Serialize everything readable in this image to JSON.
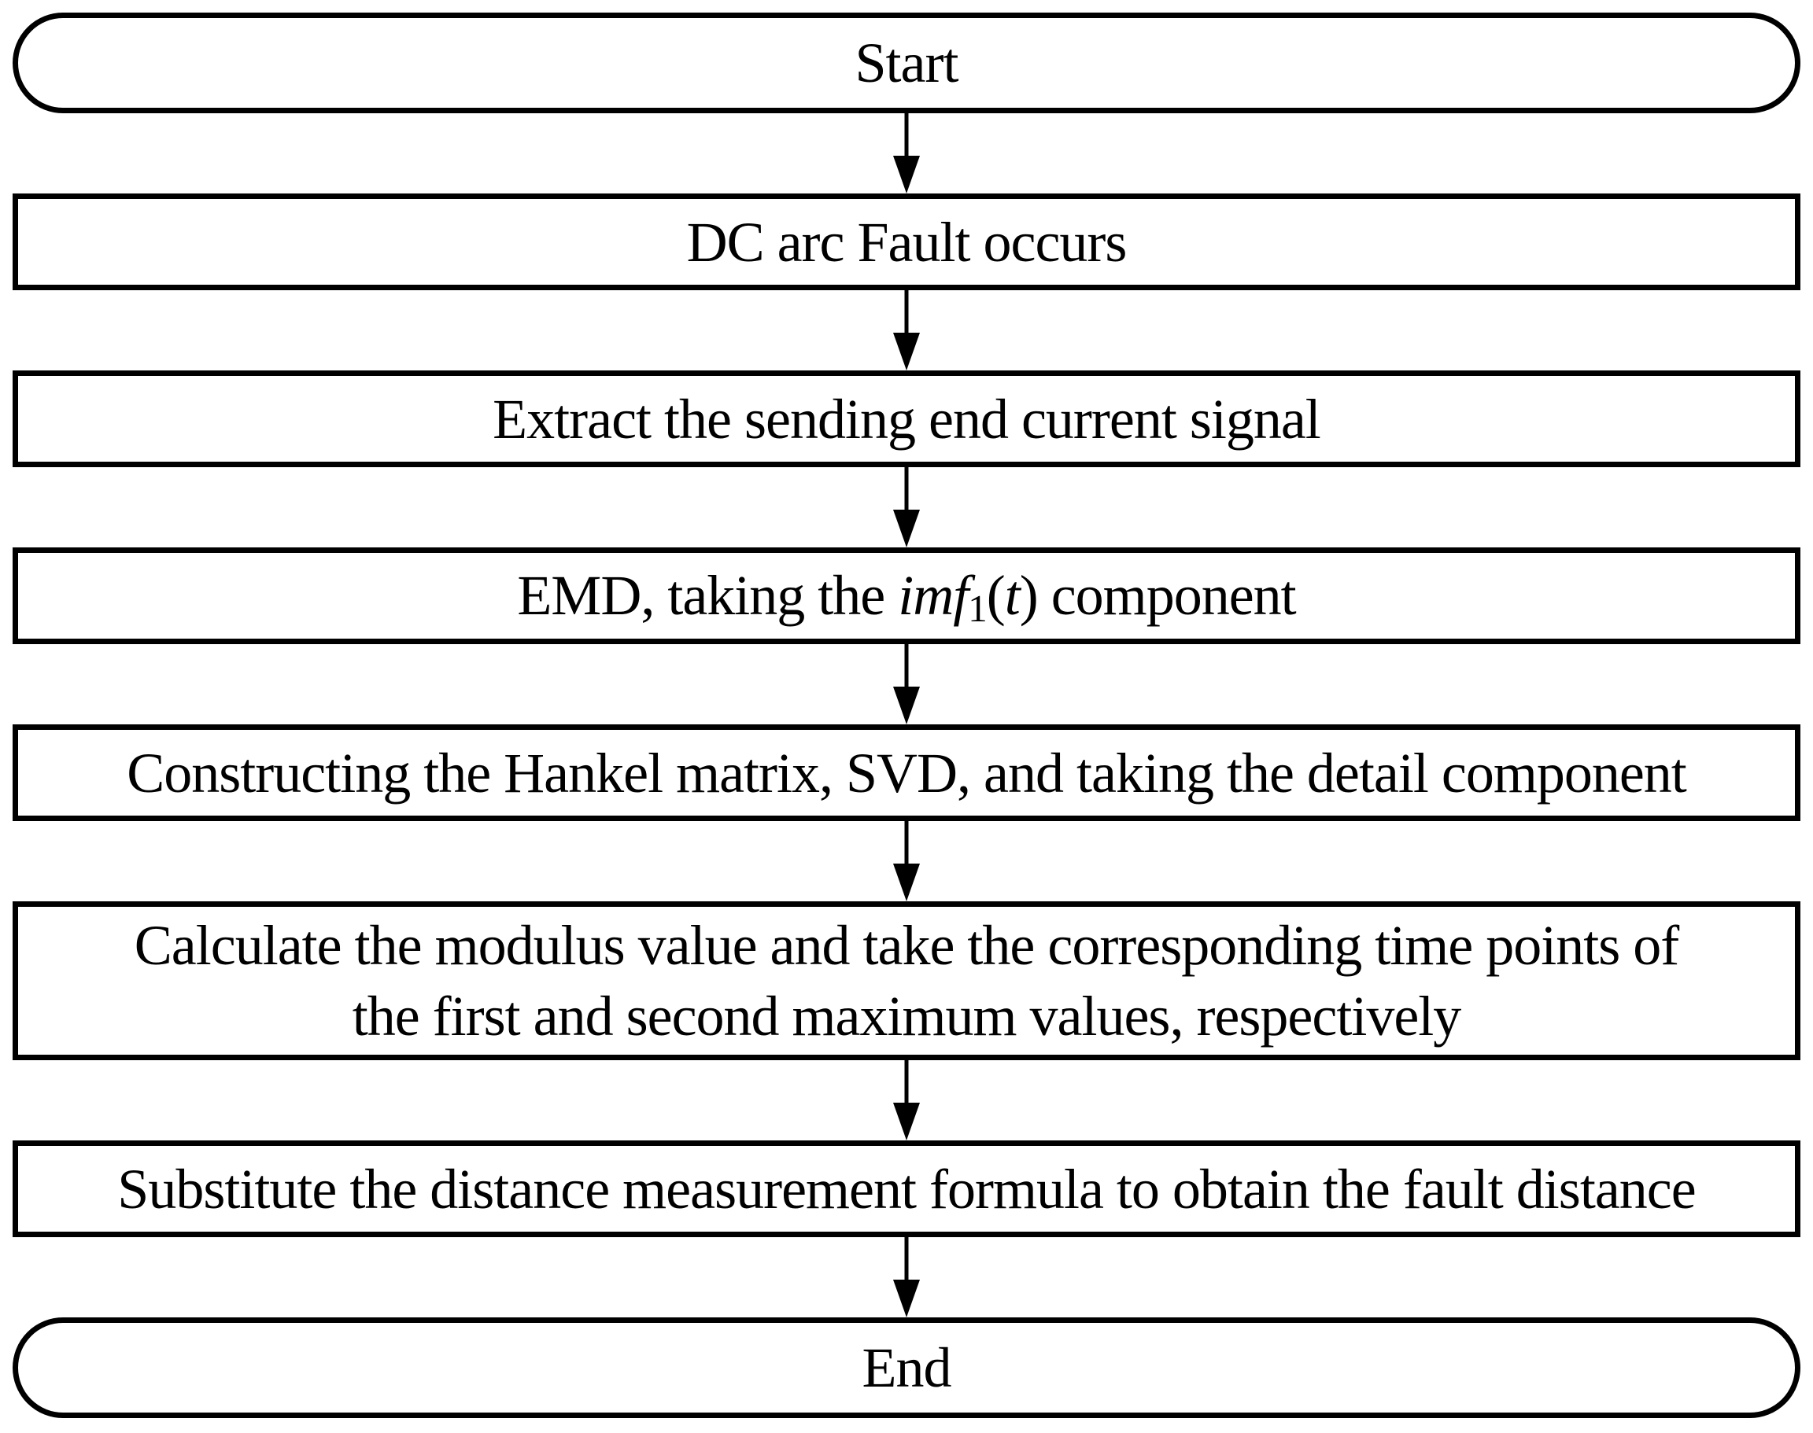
{
  "figure": {
    "background_color": "#ffffff",
    "line_color": "#000000",
    "text_color": "#000000"
  },
  "flowchart": {
    "nodes": [
      {
        "id": "start",
        "type": "terminator",
        "label": "Start"
      },
      {
        "id": "dc-arc-fault",
        "type": "process",
        "label": "DC arc Fault occurs"
      },
      {
        "id": "extract-signal",
        "type": "process",
        "label": "Extract the sending end current signal"
      },
      {
        "id": "emd-imf",
        "type": "process",
        "segments": [
          {
            "text": "EMD, taking the ",
            "style": "normal"
          },
          {
            "text": "imf",
            "style": "italic"
          },
          {
            "text": "1",
            "style": "subscript"
          },
          {
            "text": "(",
            "style": "normal"
          },
          {
            "text": "t",
            "style": "italic"
          },
          {
            "text": ") component",
            "style": "normal"
          }
        ]
      },
      {
        "id": "hankel-svd",
        "type": "process",
        "label": "Constructing the Hankel matrix, SVD, and taking the detail component"
      },
      {
        "id": "modulus-maxima",
        "type": "process",
        "lines": [
          "Calculate the modulus value and take the corresponding time points of",
          "the first and second maximum values, respectively"
        ]
      },
      {
        "id": "fault-distance",
        "type": "process",
        "label": "Substitute the distance measurement formula to obtain the fault distance"
      },
      {
        "id": "end",
        "type": "terminator",
        "label": "End"
      }
    ]
  }
}
